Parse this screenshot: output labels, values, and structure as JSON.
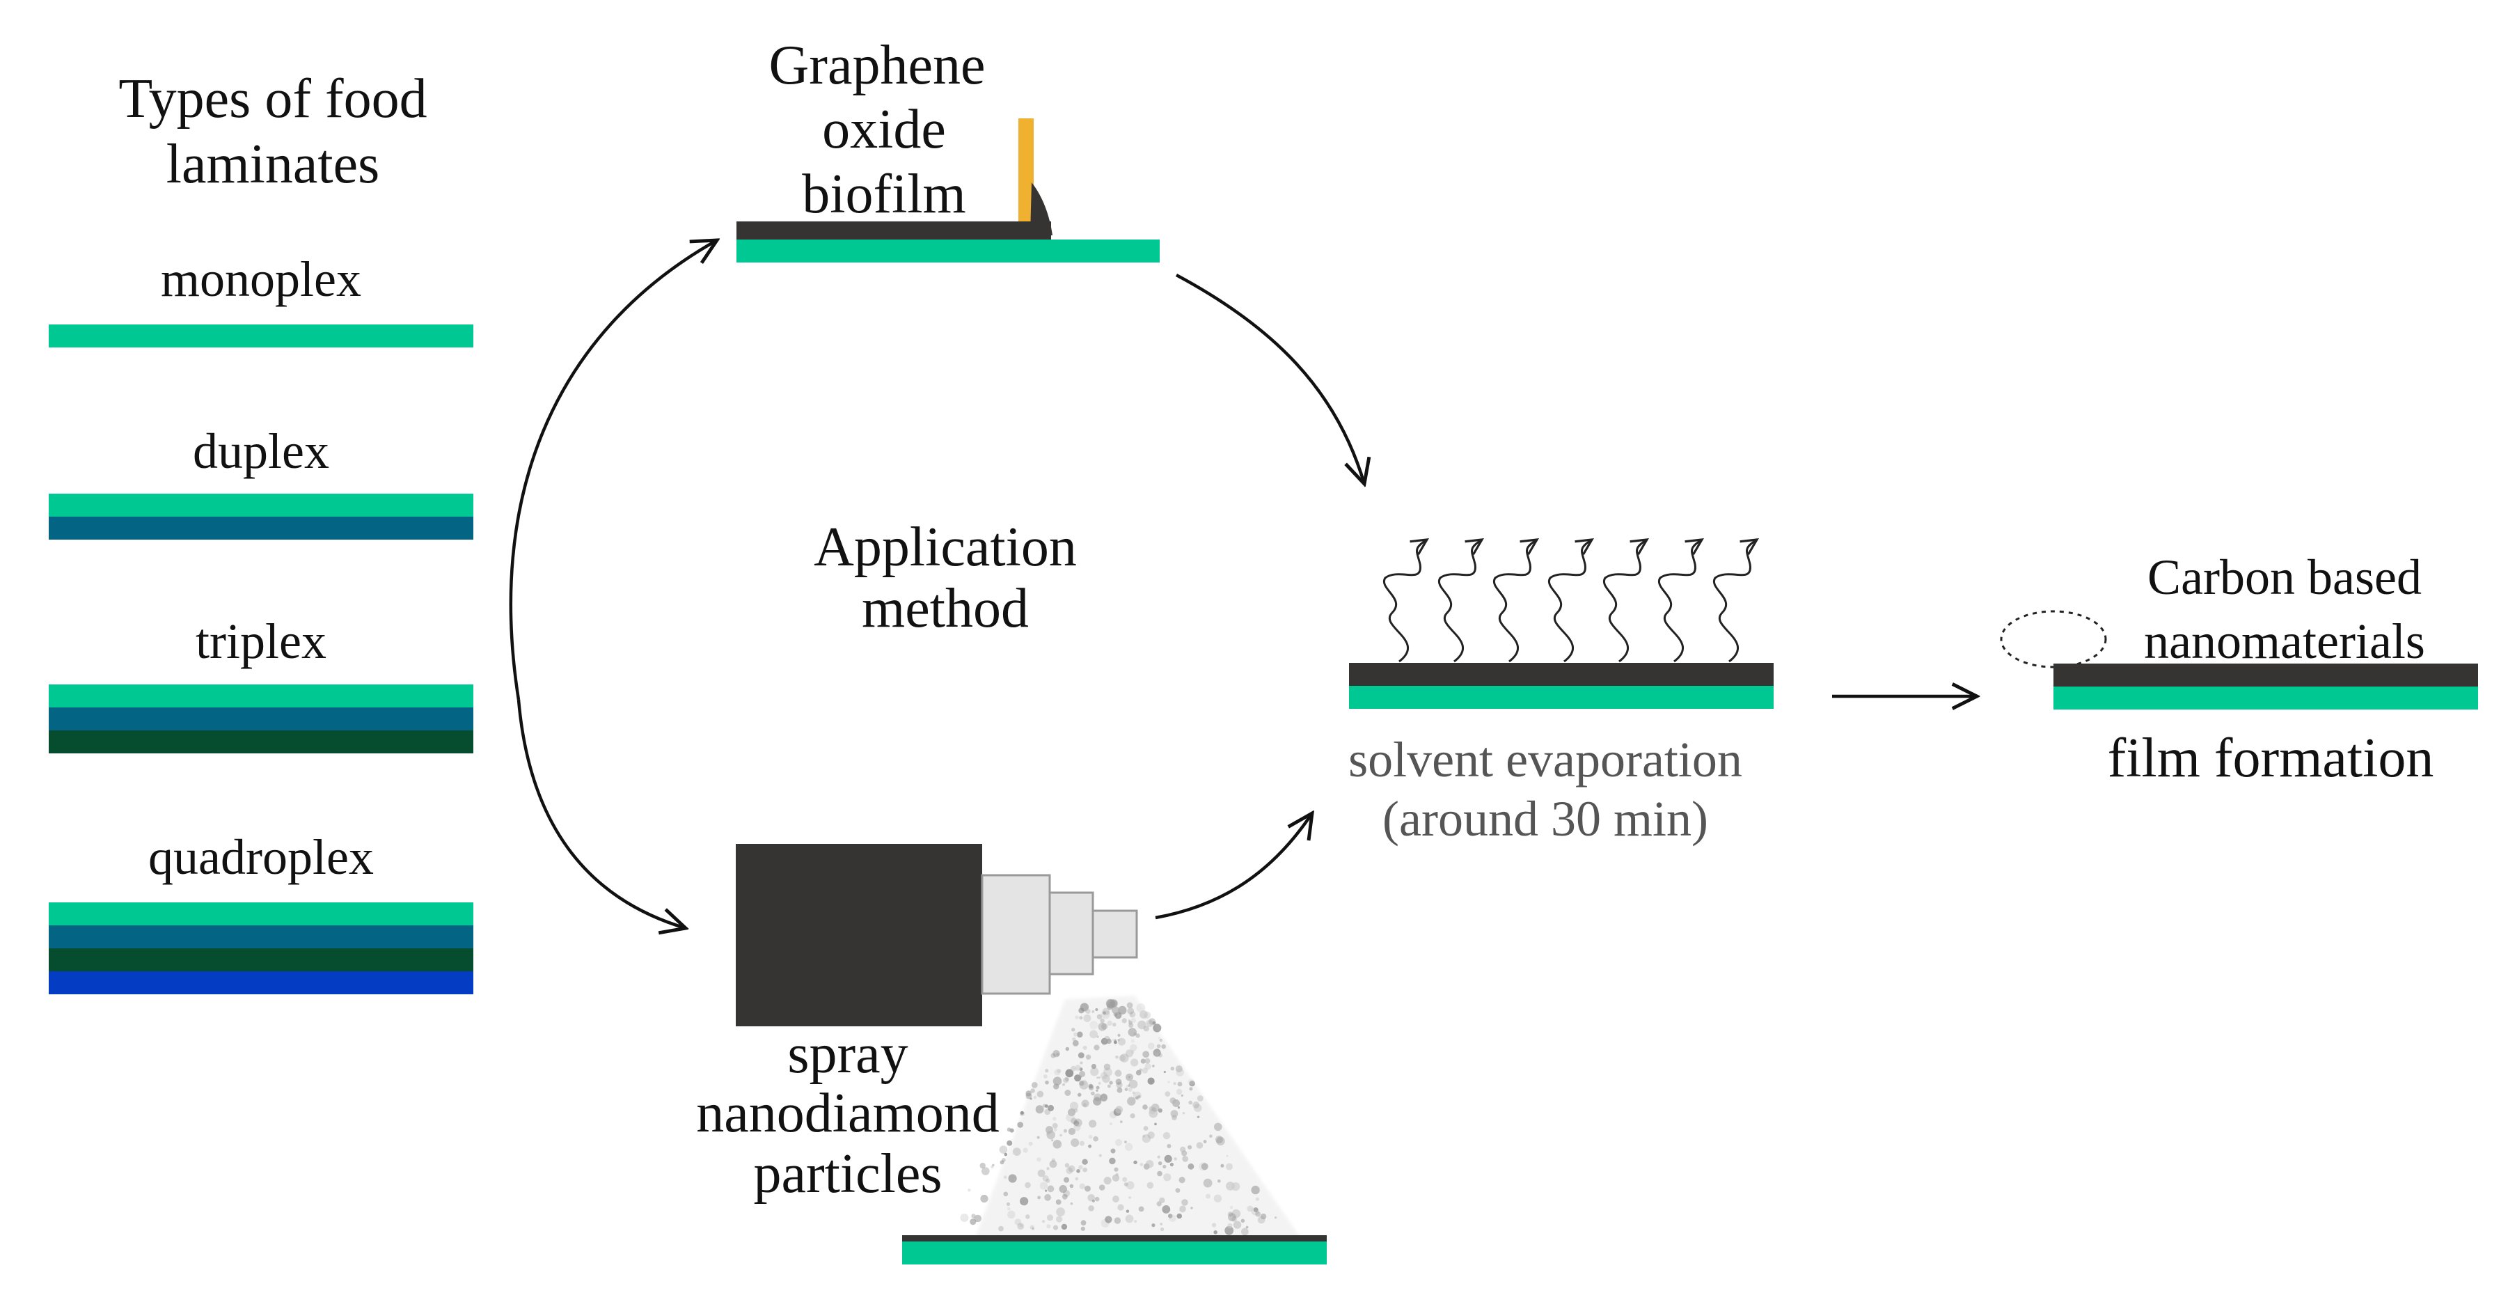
{
  "colors": {
    "teal": "#00C892",
    "steel_blue": "#036484",
    "dark_green": "#064C2E",
    "royal_blue": "#043CC4",
    "charcoal": "#363333",
    "amber": "#F0B030",
    "label_gray": "#555555"
  },
  "laminates": {
    "title_line1": "Types of food",
    "title_line2": "laminates",
    "items": [
      {
        "label": "monoplex",
        "layers": [
          "teal"
        ]
      },
      {
        "label": "duplex",
        "layers": [
          "teal",
          "steel_blue"
        ]
      },
      {
        "label": "triplex",
        "layers": [
          "teal",
          "steel_blue",
          "dark_green"
        ]
      },
      {
        "label": "quadroplex",
        "layers": [
          "teal",
          "steel_blue",
          "dark_green",
          "royal_blue"
        ]
      }
    ]
  },
  "center": {
    "title_line1": "Application",
    "title_line2": "method"
  },
  "graphene": {
    "line1": "Graphene",
    "line2": "oxide",
    "line3": "biofilm",
    "tool_icon": "blade-coater-icon"
  },
  "spray": {
    "line1": "spray",
    "line2": "nanodiamond",
    "line3": "particles",
    "tool_icon": "spray-nozzle-icon"
  },
  "evaporation": {
    "line1": "solvent evaporation",
    "line2": "(around 30 min)",
    "icon": "vapor-arrows-icon"
  },
  "result": {
    "label_line1": "Carbon based",
    "label_line2": "nanomaterials",
    "caption": "film formation"
  }
}
